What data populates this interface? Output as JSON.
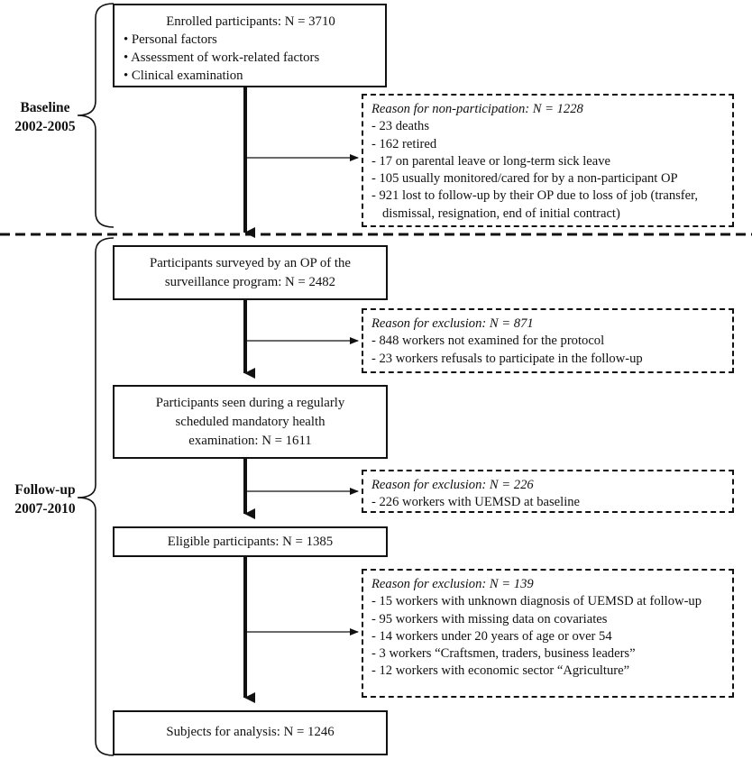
{
  "baseline": {
    "label_line1": "Baseline",
    "label_line2": "2002-2005",
    "enrolled_title": "Enrolled participants: N = 3710",
    "enrolled_items": [
      "• Personal factors",
      "• Assessment of work-related factors",
      "• Clinical examination"
    ],
    "nonpart_title": "Reason for non-participation: N = 1228",
    "nonpart_items": [
      "- 23 deaths",
      "- 162 retired",
      "- 17 on parental leave or long-term sick leave",
      "- 105 usually monitored/cared for by a non-participant OP",
      "- 921 lost to follow-up by their OP due to loss of job (transfer,",
      "dismissal, resignation, end of initial contract)"
    ]
  },
  "followup": {
    "label_line1": "Follow-up",
    "label_line2": "2007-2010",
    "surveyed_line1": "Participants surveyed by an OP of the",
    "surveyed_line2": "surveillance program: N = 2482",
    "excl1_title": "Reason for exclusion: N = 871",
    "excl1_items": [
      "- 848 workers not examined for the protocol",
      "- 23 workers refusals to participate in the follow-up"
    ],
    "seen_line1": "Participants seen during a regularly",
    "seen_line2": "scheduled mandatory health",
    "seen_line3": "examination: N = 1611",
    "excl2_title": "Reason for exclusion: N = 226",
    "excl2_items": [
      "- 226 workers with UEMSD at baseline"
    ],
    "eligible": "Eligible participants: N = 1385",
    "excl3_title": "Reason for exclusion: N = 139",
    "excl3_items": [
      "- 15 workers with unknown diagnosis of UEMSD at follow-up",
      "- 95 workers with missing data on covariates",
      "- 14 workers under 20 years of age or over 54",
      "- 3 workers “Craftsmen, traders, business leaders”",
      "- 12 workers with economic sector “Agriculture”"
    ],
    "analysis": "Subjects for analysis: N = 1246"
  }
}
